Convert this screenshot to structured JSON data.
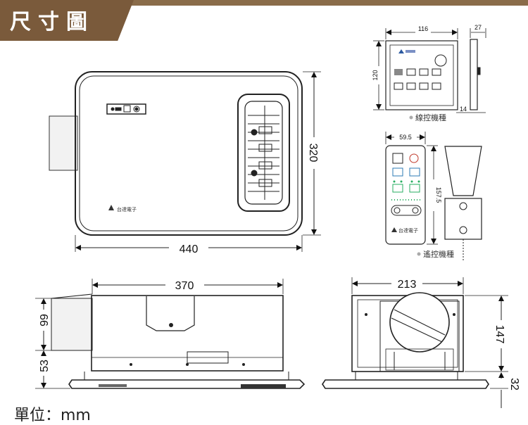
{
  "header": {
    "title": "尺寸圖"
  },
  "unit_label": "單位：mm",
  "front_view": {
    "width_dim": "440",
    "height_dim": "320",
    "brand": "台達電子"
  },
  "side_view": {
    "length_dim": "370",
    "upper_dim": "99",
    "lower_dim": "53"
  },
  "end_view": {
    "width_dim": "213",
    "height_dim": "147",
    "panel_dim": "32"
  },
  "wall_control": {
    "width_dim": "116",
    "depth_dim": "27",
    "height_dim": "120",
    "thickness_dim": "14",
    "caption": "線控機種"
  },
  "remote_control": {
    "width_dim": "59.5",
    "height_dim": "157.5",
    "brand": "台達電子",
    "caption": "遙控機種"
  }
}
